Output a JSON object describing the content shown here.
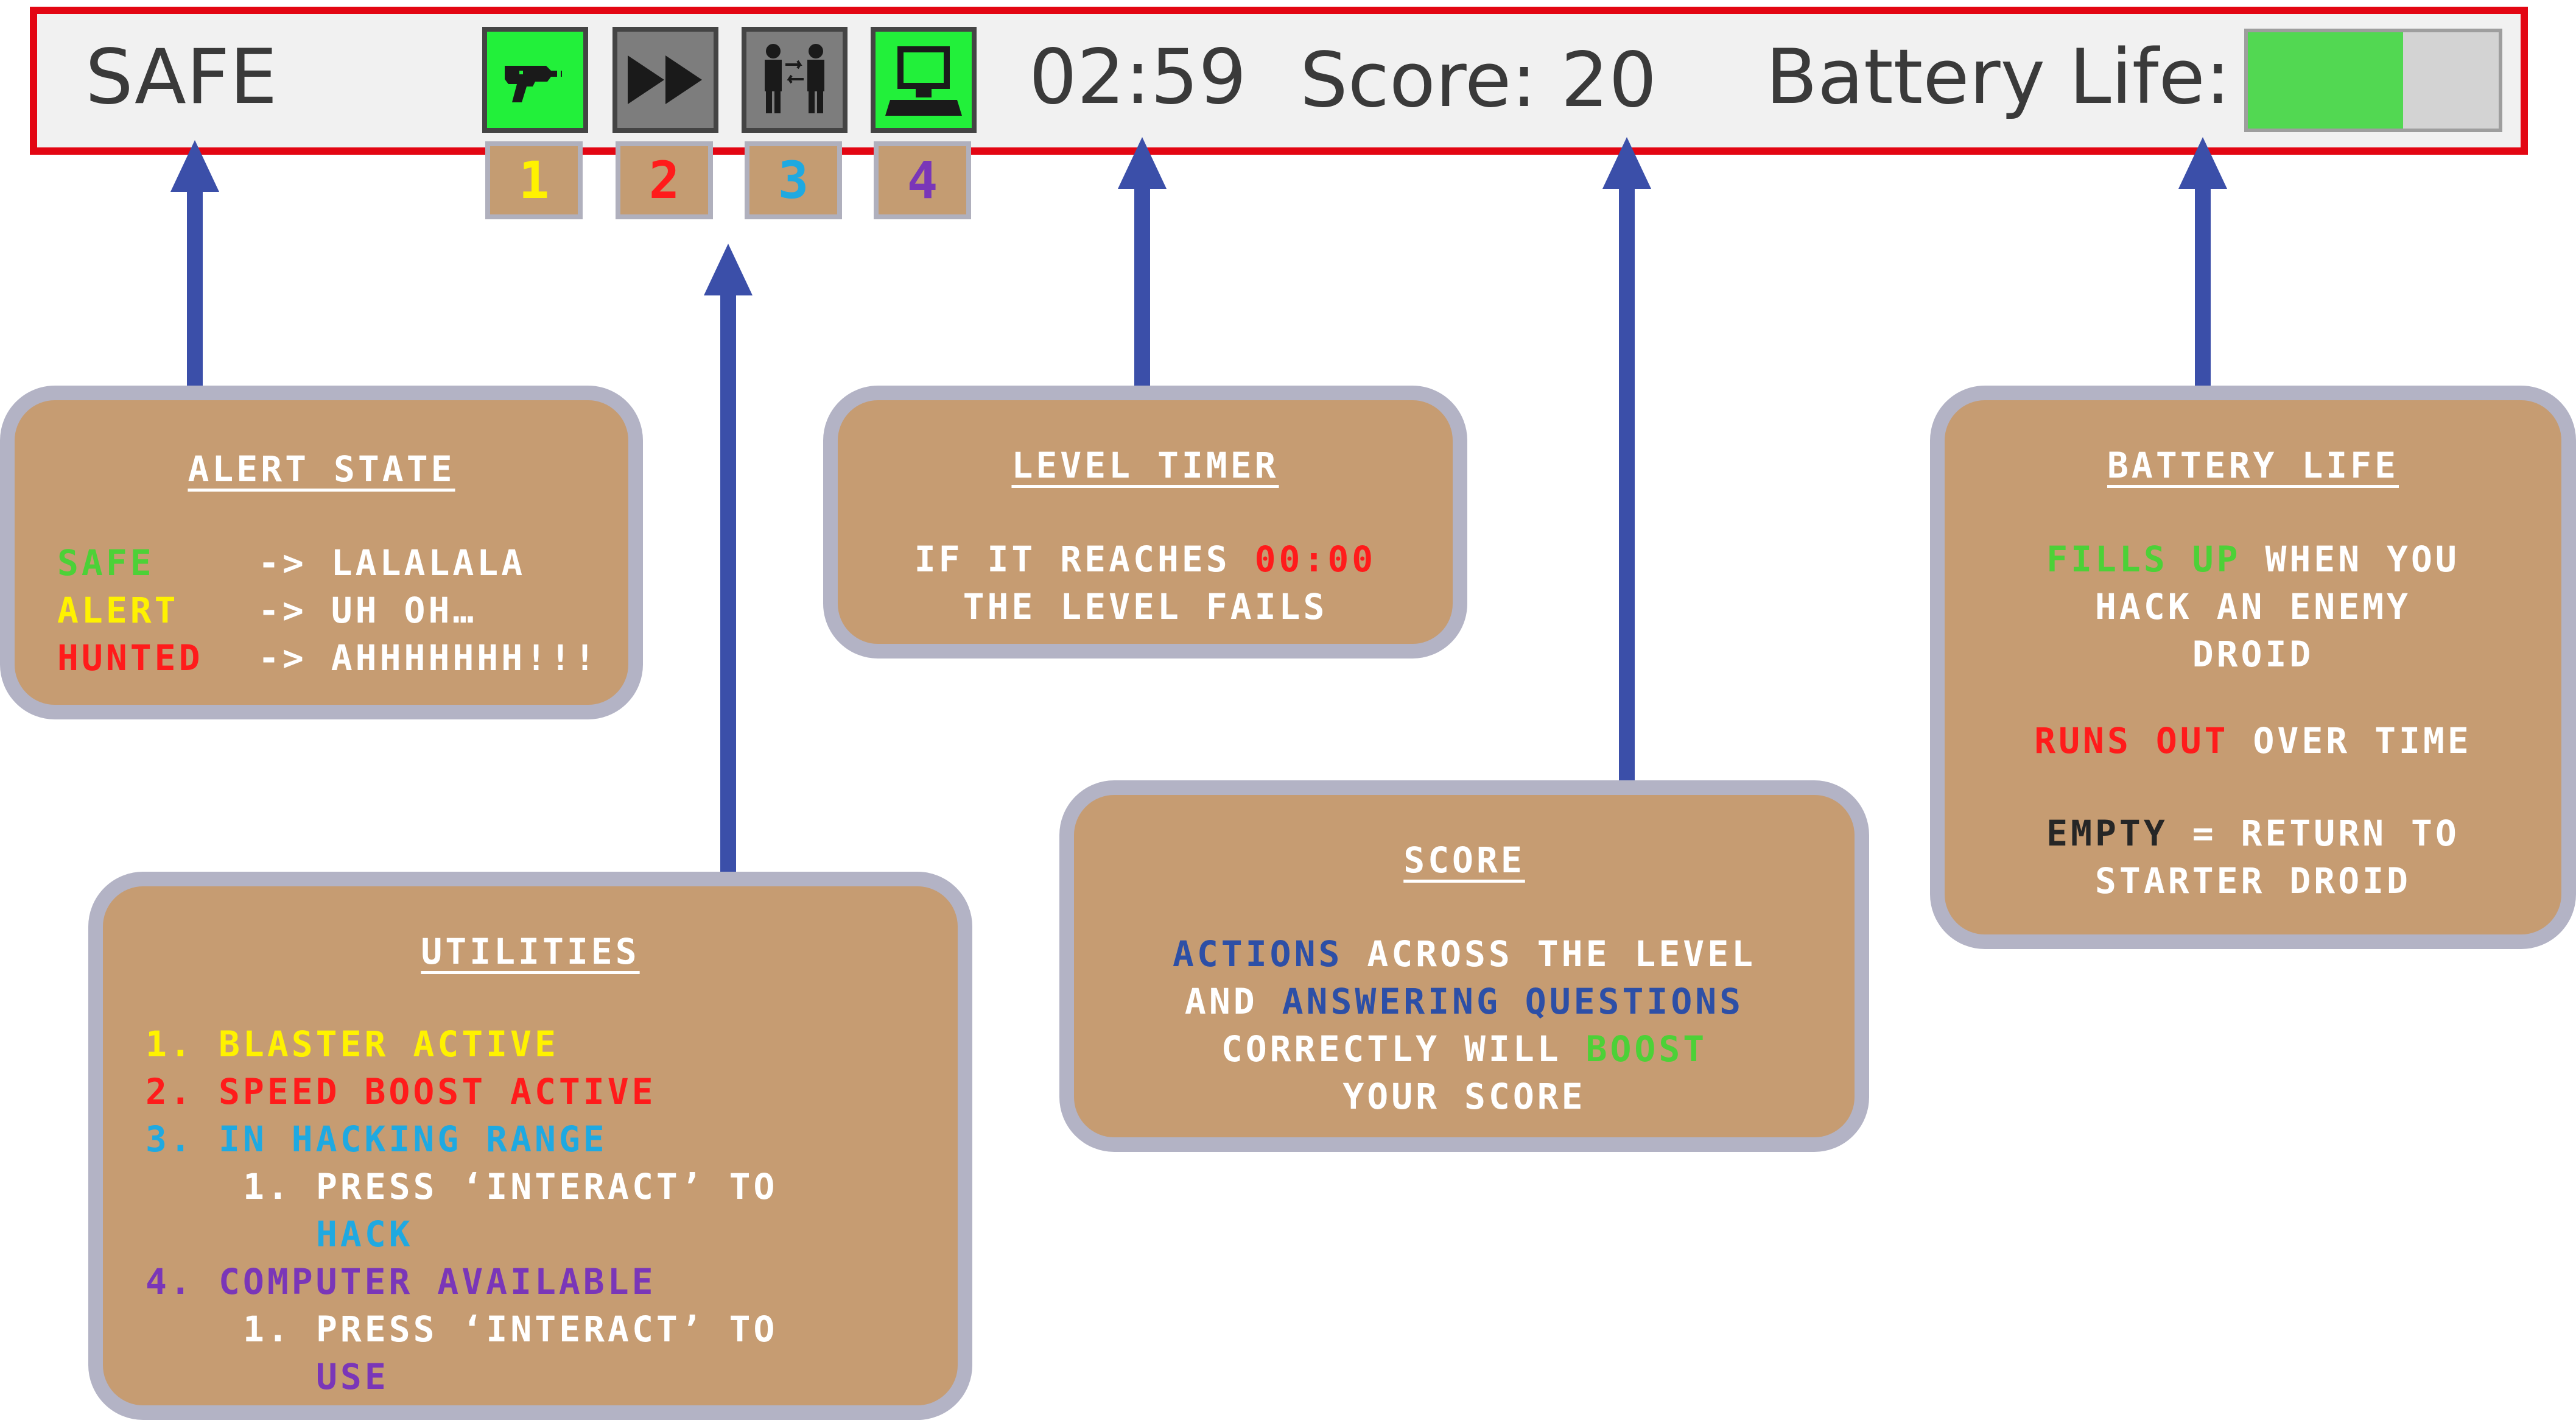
{
  "colors": {
    "hud_border": "#e30613",
    "hud_bg": "#f1f1f1",
    "active_util": "#22f03a",
    "inactive_util": "#7d7d7d",
    "box_bg": "#c69c72",
    "box_border": "#b3b3c5",
    "arrow": "#3b4fa9",
    "safe": "#4cd137",
    "alert": "#fff200",
    "hunted": "#ff1b1b",
    "utility_1": "#fff200",
    "utility_2": "#ff1b1b",
    "utility_3": "#1fa9e1",
    "utility_4": "#7a36b8",
    "blue_text": "#2d4fa6",
    "green_text": "#4cd137",
    "dark_text": "#262626"
  },
  "hud": {
    "alert_state": "SAFE",
    "timer": "02:59",
    "score": "Score: 20",
    "battery_label": "Battery Life:",
    "battery_level": 0.62,
    "utilities": [
      {
        "icon": "blaster-gun-icon",
        "key": "1",
        "active": true
      },
      {
        "icon": "fast-forward-icon",
        "key": "2",
        "active": false
      },
      {
        "icon": "hacking-droids-icon",
        "key": "3",
        "active": false
      },
      {
        "icon": "computer-terminal-icon",
        "key": "4",
        "active": true
      }
    ]
  },
  "alert_box": {
    "title": "ALERT STATE",
    "rows": [
      {
        "state": "SAFE",
        "arrow": "->",
        "meaning": "LALALALA"
      },
      {
        "state": "ALERT",
        "arrow": "->",
        "meaning": "UH OH…"
      },
      {
        "state": "HUNTED",
        "arrow": "->",
        "meaning": "AHHHHHHH!!!"
      }
    ]
  },
  "timer_box": {
    "title": "LEVEL TIMER",
    "line1_a": "IF IT REACHES",
    "line1_b": "00:00",
    "line2": "THE LEVEL FAILS"
  },
  "utilities_box": {
    "title": "UTILITIES",
    "items": [
      {
        "num": "1.",
        "text": "BLASTER ACTIVE"
      },
      {
        "num": "2.",
        "text": "SPEED BOOST ACTIVE"
      },
      {
        "num": "3.",
        "text": "IN HACKING RANGE",
        "sub_num": "1.",
        "sub_a": "PRESS ‘INTERACT’ TO",
        "sub_b": "HACK"
      },
      {
        "num": "4.",
        "text": "COMPUTER AVAILABLE",
        "sub_num": "1.",
        "sub_a": "PRESS ‘INTERACT’ TO",
        "sub_b": "USE"
      }
    ]
  },
  "score_box": {
    "title": "SCORE",
    "l1_a": "ACTIONS",
    "l1_b": " ACROSS THE LEVEL",
    "l2_a": "AND ",
    "l2_b": "ANSWERING QUESTIONS",
    "l3_a": "CORRECTLY WILL ",
    "l3_b": "BOOST",
    "l4": "YOUR SCORE"
  },
  "battery_box": {
    "title": "BATTERY LIFE",
    "l1_a": "FILLS UP",
    "l1_b": " WHEN YOU",
    "l2": "HACK AN ENEMY",
    "l3": "DROID",
    "l4_a": "RUNS OUT",
    "l4_b": " OVER TIME",
    "l5_a": "EMPTY",
    "l5_b": " = RETURN TO",
    "l6": "STARTER DROID"
  }
}
